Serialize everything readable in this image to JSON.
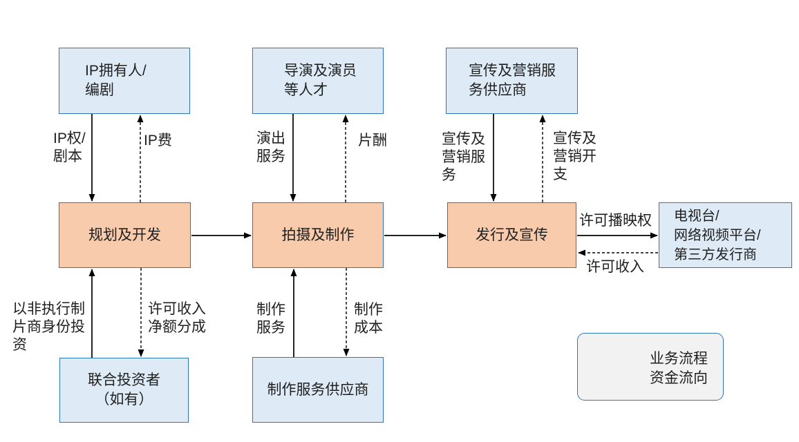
{
  "colors": {
    "box_blue_fill": "#DEEBF7",
    "box_orange_fill": "#F8CBAD",
    "box_border": "#2E75B6",
    "legend_fill": "#F2F2F2",
    "arrow": "#000000",
    "text": "#1f1f1f"
  },
  "boxes": {
    "ip_owner": "IP拥有人/\n编剧",
    "talent": "导演及演员\n等人才",
    "marketing_provider": "宣传及营销服\n务供应商",
    "planning": "规划及开发",
    "production": "拍摄及制作",
    "distribution": "发行及宣传",
    "broadcaster": "电视台/\n网络视频平台/\n第三方发行商",
    "co_investor": "联合投资者\n（如有）",
    "production_provider": "制作服务供应商"
  },
  "edge_labels": {
    "ip_rights": "IP权/\n剧本",
    "ip_fee": "IP费",
    "performance_service": "演出\n服务",
    "remuneration": "片酬",
    "marketing_service": "宣传及\n营销服\n务",
    "marketing_expense": "宣传及\n营销开\n支",
    "non_exec_investment": "以非执行制\n片商身份投\n资",
    "license_income_share": "许可收入\n净额分成",
    "production_service": "制作\n服务",
    "production_cost": "制作\n成本",
    "broadcast_license": "许可播映权",
    "license_income": "许可收入"
  },
  "legend": {
    "business_flow": "业务流程",
    "money_flow": "资金流向"
  }
}
